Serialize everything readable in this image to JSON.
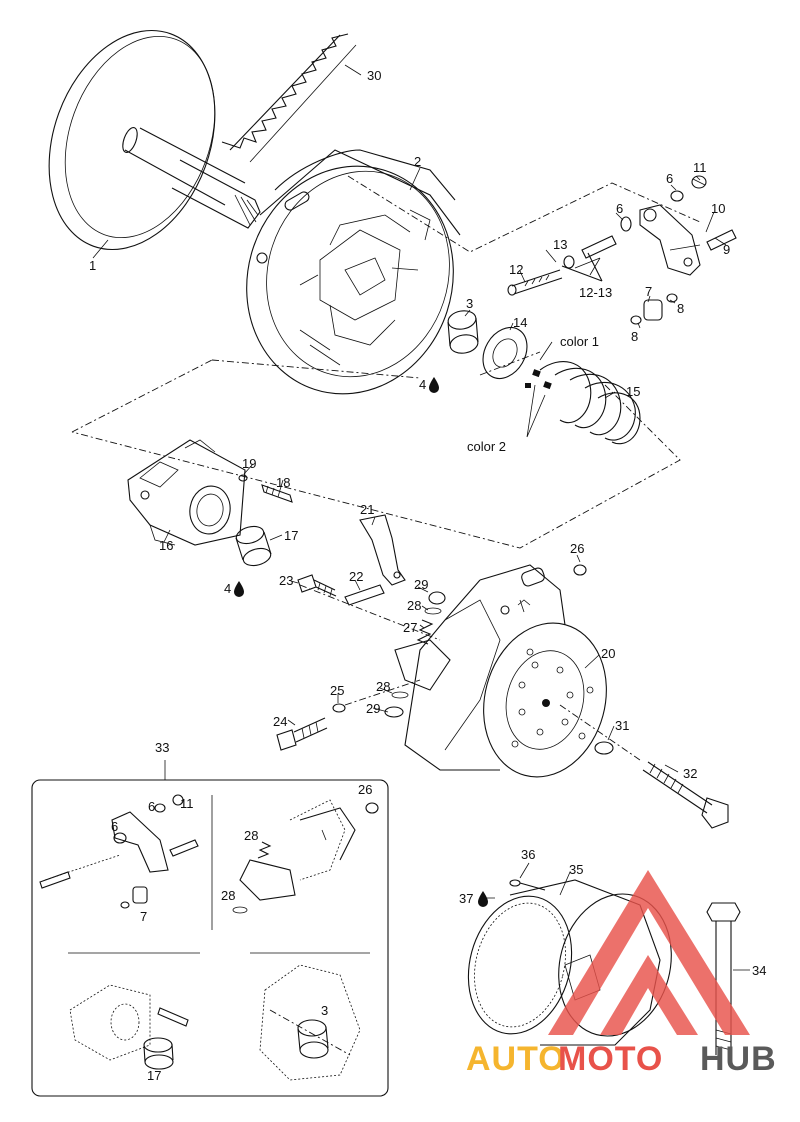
{
  "labels": {
    "p1": "1",
    "p2": "2",
    "p3": "3",
    "p4a": "4",
    "p4b": "4",
    "p6a": "6",
    "p6b": "6",
    "p7": "7",
    "p8a": "8",
    "p8b": "8",
    "p9": "9",
    "p10": "10",
    "p11": "11",
    "p12": "12",
    "p13": "13",
    "p1213": "12-13",
    "p14": "14",
    "p15": "15",
    "p16": "16",
    "p17": "17",
    "p18": "18",
    "p19": "19",
    "p20": "20",
    "p21": "21",
    "p22": "22",
    "p23": "23",
    "p24": "24",
    "p25": "25",
    "p26": "26",
    "p27": "27",
    "p28a": "28",
    "p28b": "28",
    "p29a": "29",
    "p29b": "29",
    "p30": "30",
    "p31": "31",
    "p32": "32",
    "p33": "33",
    "p34": "34",
    "p35": "35",
    "p36": "36",
    "p37": "37",
    "color1": "color 1",
    "color2": "color 2"
  },
  "inset_labels": {
    "i6a": "6",
    "i6b": "6",
    "i11": "11",
    "i7": "7",
    "i26": "26",
    "i28a": "28",
    "i28b": "28",
    "i3": "3",
    "i17": "17"
  },
  "watermark": {
    "text_a": "AUTO",
    "text_b": "MOTO",
    "text_c": "HUB",
    "color_primary": "#e8524a",
    "color_accent": "#f5b52e",
    "color_dark": "#5a5a5a"
  }
}
